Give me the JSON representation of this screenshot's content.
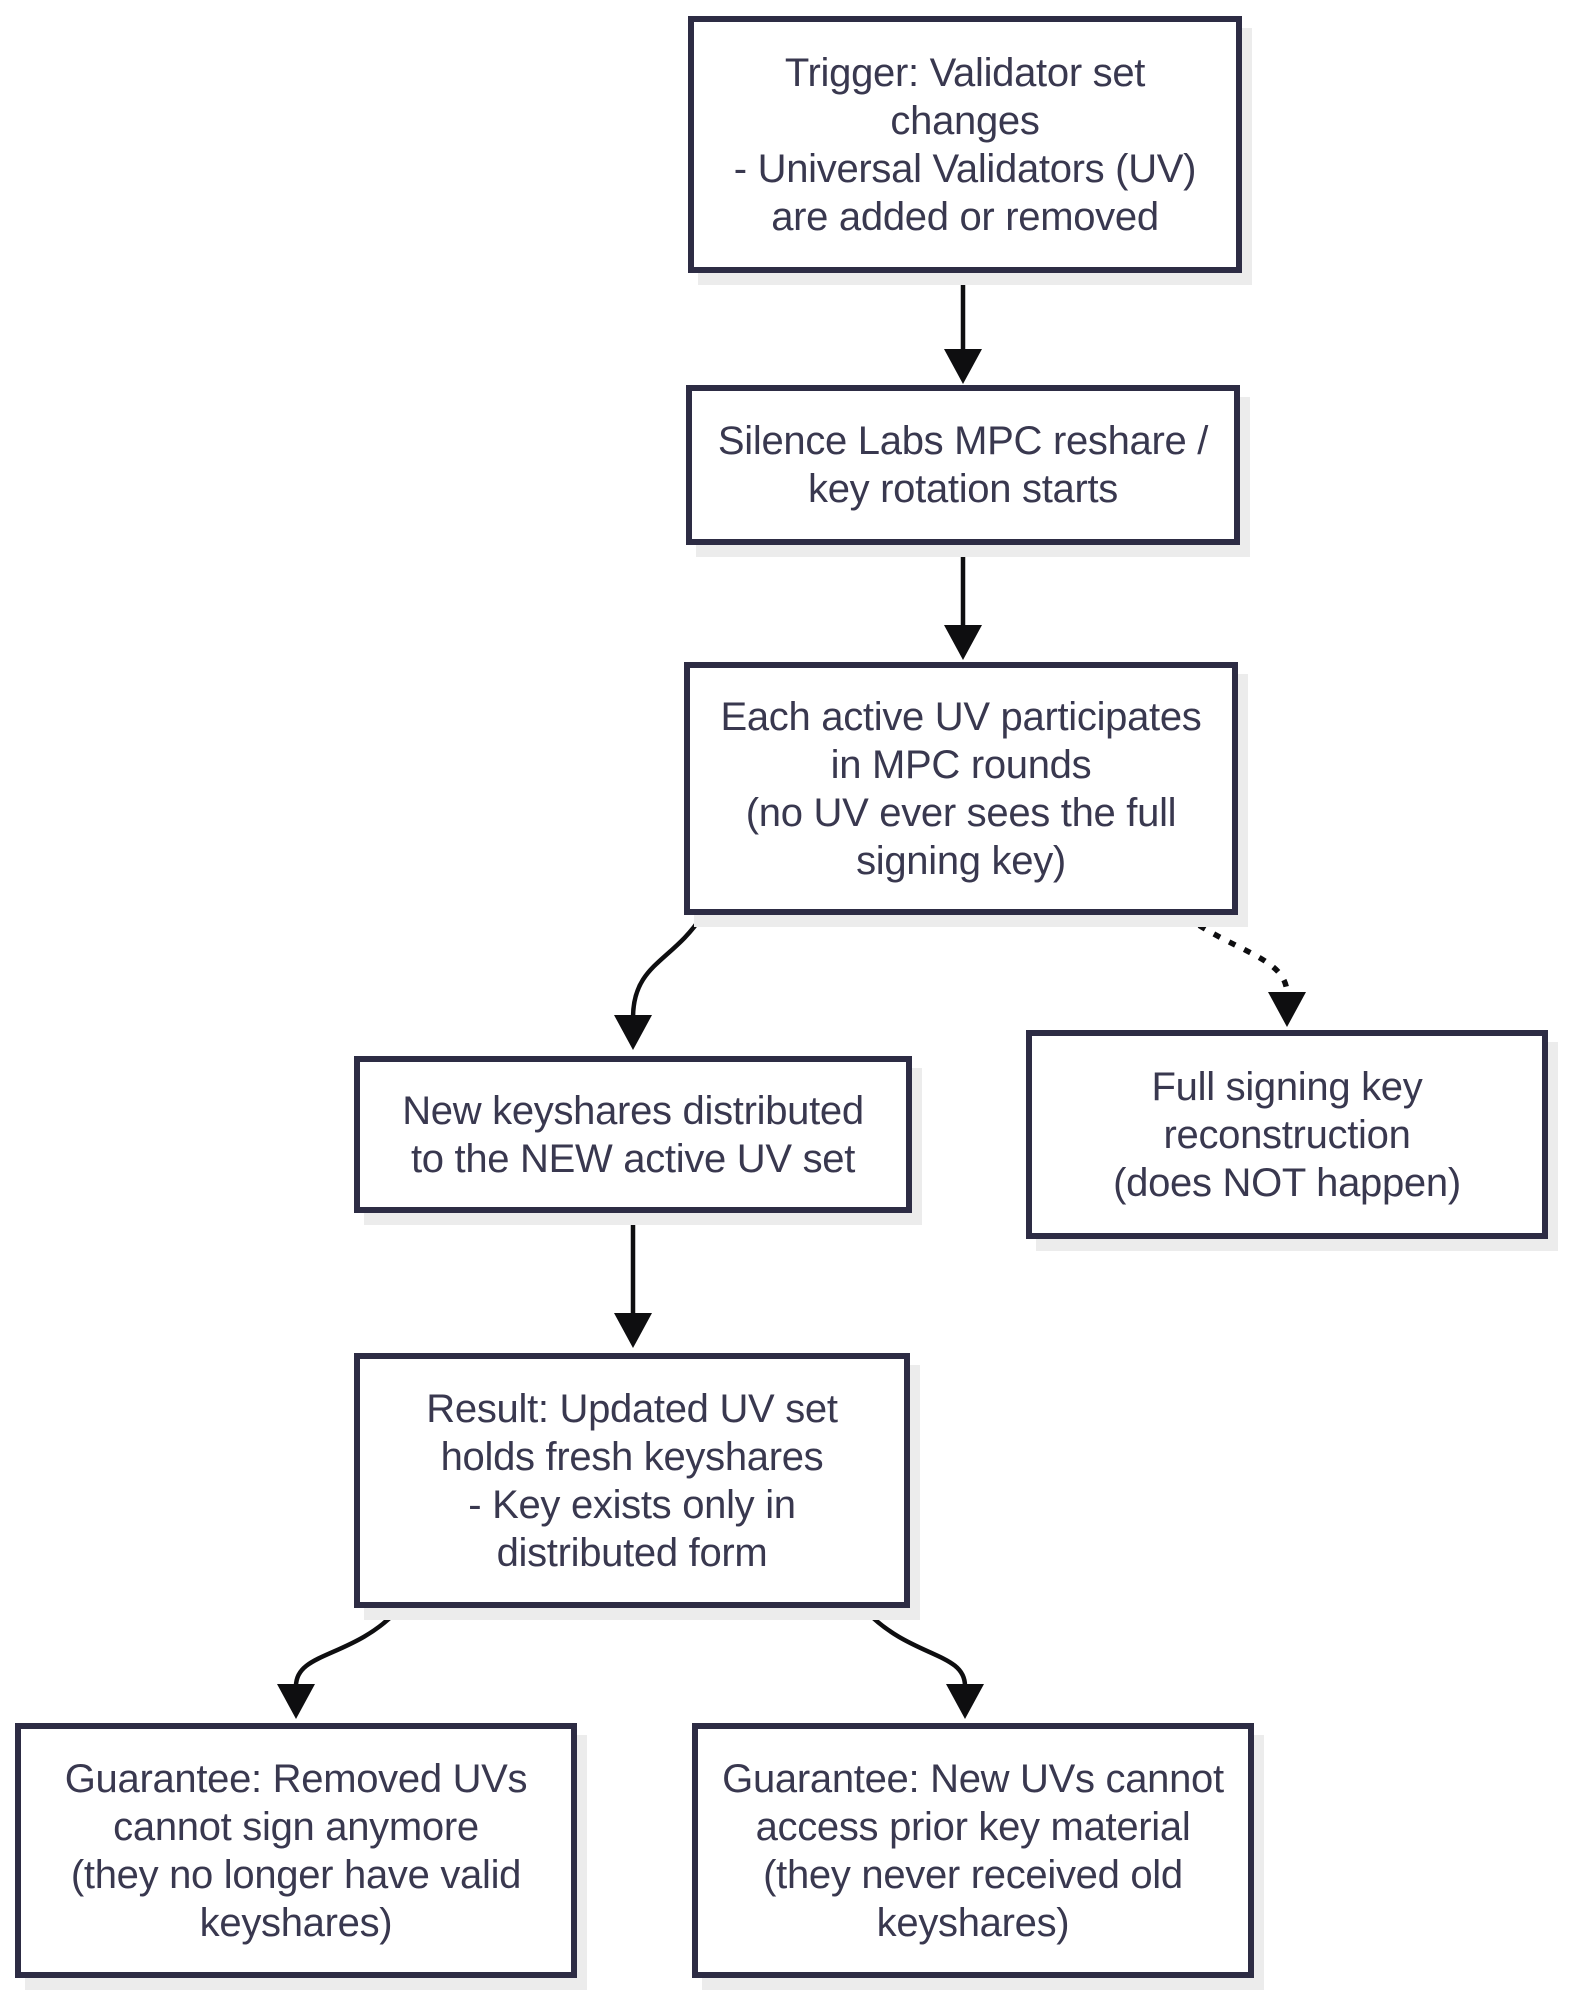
{
  "diagram": {
    "type": "flowchart",
    "colors": {
      "background": "#ffffff",
      "box_border": "#2d2c44",
      "box_fill": "#ffffff",
      "text": "#39384f",
      "arrow": "#0e0e10",
      "shadow": "#ececec"
    },
    "nodes": {
      "trigger": {
        "lines": [
          "Trigger: Validator set",
          "changes",
          "- Universal Validators (UV)",
          "are added or removed"
        ]
      },
      "reshare": {
        "lines": [
          "Silence Labs MPC reshare /",
          "key rotation starts"
        ]
      },
      "mpc_rounds": {
        "lines": [
          "Each active UV participates",
          "in MPC rounds",
          "(no UV ever sees the full",
          "signing key)"
        ]
      },
      "new_keyshares": {
        "lines": [
          "New keyshares distributed",
          "to the NEW active UV set"
        ]
      },
      "reconstruction": {
        "lines": [
          "Full signing key",
          "reconstruction",
          "(does NOT happen)"
        ]
      },
      "result": {
        "lines": [
          "Result: Updated UV set",
          "holds fresh keyshares",
          "- Key exists only in",
          "distributed form"
        ]
      },
      "guarantee_removed": {
        "lines": [
          "Guarantee: Removed UVs",
          "cannot sign anymore",
          "(they no longer have valid",
          "keyshares)"
        ]
      },
      "guarantee_new": {
        "lines": [
          "Guarantee: New UVs cannot",
          "access prior key material",
          "(they never received old",
          "keyshares)"
        ]
      }
    },
    "edges": [
      {
        "from": "trigger",
        "to": "reshare",
        "style": "solid"
      },
      {
        "from": "reshare",
        "to": "mpc_rounds",
        "style": "solid"
      },
      {
        "from": "mpc_rounds",
        "to": "new_keyshares",
        "style": "solid"
      },
      {
        "from": "mpc_rounds",
        "to": "reconstruction",
        "style": "dotted"
      },
      {
        "from": "new_keyshares",
        "to": "result",
        "style": "solid"
      },
      {
        "from": "result",
        "to": "guarantee_removed",
        "style": "solid"
      },
      {
        "from": "result",
        "to": "guarantee_new",
        "style": "solid"
      }
    ]
  }
}
